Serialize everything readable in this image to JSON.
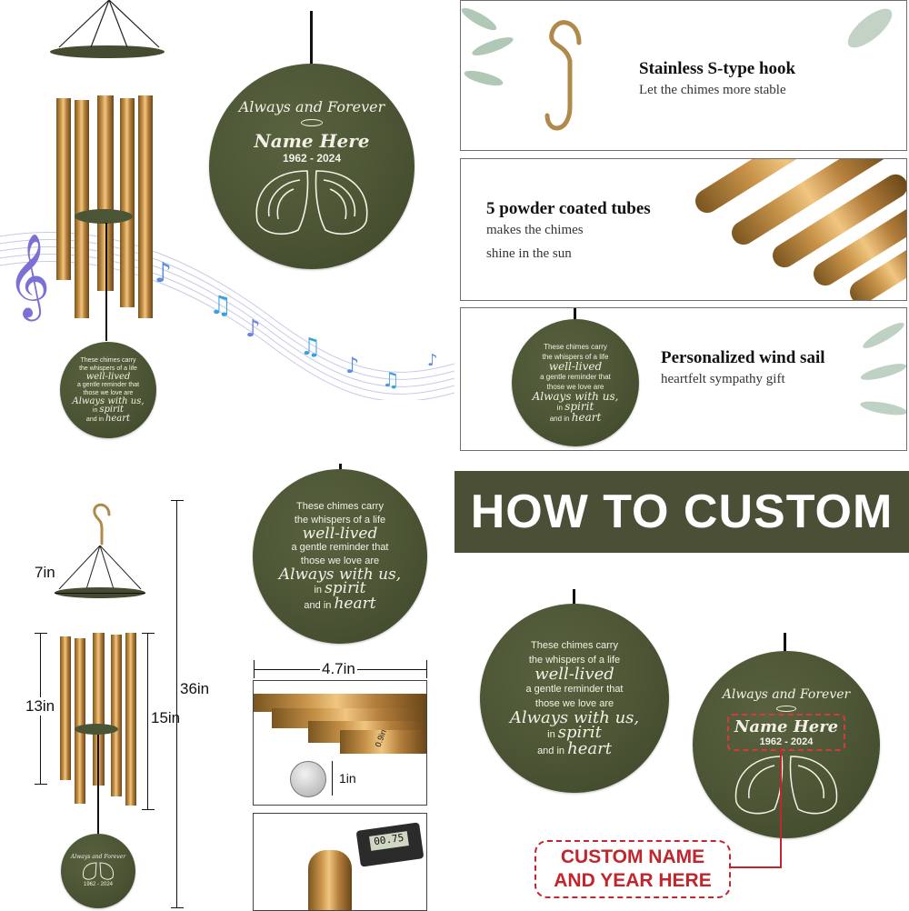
{
  "sail_front": {
    "heading": "Always and Forever",
    "name": "Name Here",
    "years": "1962 - 2024"
  },
  "sail_back": {
    "l1": "These chimes carry",
    "l2": "the whispers of a life",
    "l3": "well-lived",
    "l4": "a gentle reminder that",
    "l5": "those we love are",
    "l6": "Always with us,",
    "l7": "in",
    "l8": "spirit",
    "l9": "and in",
    "l10": "heart"
  },
  "features": [
    {
      "title": "Stainless S-type hook",
      "sub": "Let the chimes more stable"
    },
    {
      "title": "5 powder coated tubes",
      "sub1": "makes the chimes",
      "sub2": "shine in the sun"
    },
    {
      "title": "Personalized wind sail",
      "sub": "heartfelt sympathy gift"
    }
  ],
  "dimensions": {
    "top_width": "7in",
    "short_tube": "13in",
    "long_tube": "15in",
    "total": "36in",
    "sail_width": "4.7in",
    "coin": "1in",
    "tube_dia": "0.9in",
    "caliper": "00.75"
  },
  "banner": "HOW TO CUSTOM",
  "callout": {
    "line1": "CUSTOM NAME",
    "line2": "AND YEAR HERE"
  },
  "colors": {
    "sail_green": "#4b5434",
    "banner_bg": "#4a4f35",
    "callout_red": "#c0262b",
    "tube_gold": "#c9944a"
  }
}
